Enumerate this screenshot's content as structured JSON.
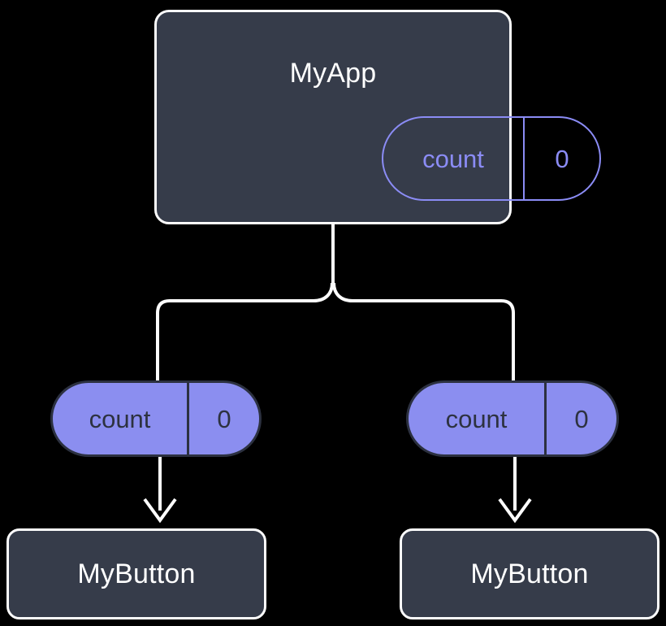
{
  "diagram": {
    "type": "component-state-tree",
    "background_color": "#000000",
    "accent_color": "#8b8cf5",
    "box_fill_color": "#363c4a",
    "box_border_color": "#fdfdfd",
    "pill_fill_color": "#8b8ef0",
    "pill_text_color": "#2d3240"
  },
  "root": {
    "title": "MyApp",
    "state": {
      "key": "count",
      "value": "0"
    }
  },
  "children": [
    {
      "state": {
        "key": "count",
        "value": "0"
      },
      "title": "MyButton"
    },
    {
      "state": {
        "key": "count",
        "value": "0"
      },
      "title": "MyButton"
    }
  ]
}
